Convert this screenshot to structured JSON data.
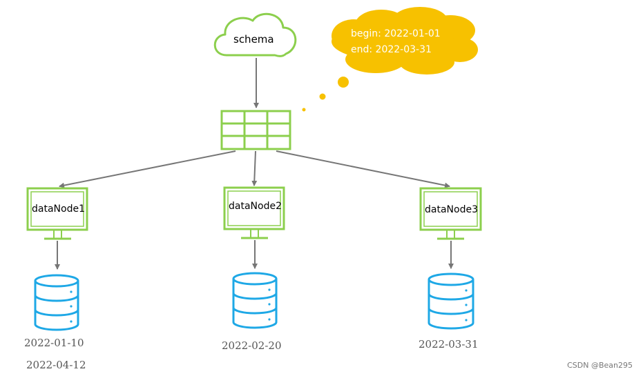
{
  "schema": {
    "label": "schema",
    "icon": "cloud-icon",
    "color": "#8ccf4d"
  },
  "config": {
    "icon": "table-icon",
    "color": "#8ccf4d"
  },
  "thought": {
    "begin": "begin: 2022-01-01",
    "end": "end: 2022-03-31",
    "color": "#f7c100"
  },
  "nodes": [
    {
      "label": "dataNode1",
      "icon": "monitor-icon",
      "db_icon": "database-icon",
      "dates": [
        "2022-01-10",
        "2022-04-12"
      ]
    },
    {
      "label": "dataNode2",
      "icon": "monitor-icon",
      "db_icon": "database-icon",
      "dates": [
        "2022-02-20"
      ]
    },
    {
      "label": "dataNode3",
      "icon": "monitor-icon",
      "db_icon": "database-icon",
      "dates": [
        "2022-03-31"
      ]
    }
  ],
  "colors": {
    "green": "#8ccf4d",
    "blue": "#1ea8e6",
    "arrow": "#767676",
    "yellow": "#f7c100"
  },
  "watermark": "CSDN @Bean295"
}
